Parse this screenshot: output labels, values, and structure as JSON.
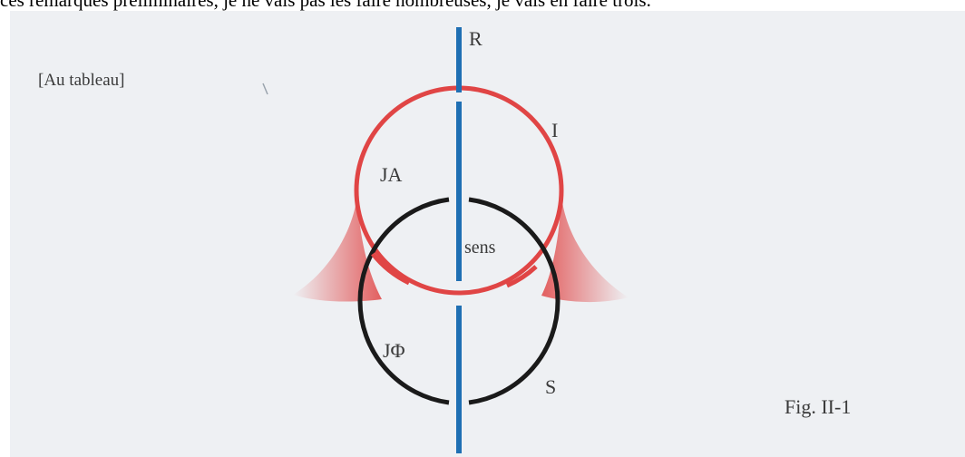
{
  "page": {
    "top_text": "ces remarques préliminaires, je ne vais pas les faire nombreuses, je vais en faire trois."
  },
  "figure": {
    "note": "[Au tableau]",
    "labels": {
      "r": "R",
      "i": "I",
      "ja": "JA",
      "sens": "sens",
      "jphi": "JΦ",
      "s": "S"
    },
    "caption": "Fig. II-1",
    "colors": {
      "imaginary_ring": "#e04545",
      "symbolic_ring": "#1a1a1a",
      "real_line": "#1f6fb3",
      "background": "#eef0f3"
    }
  }
}
